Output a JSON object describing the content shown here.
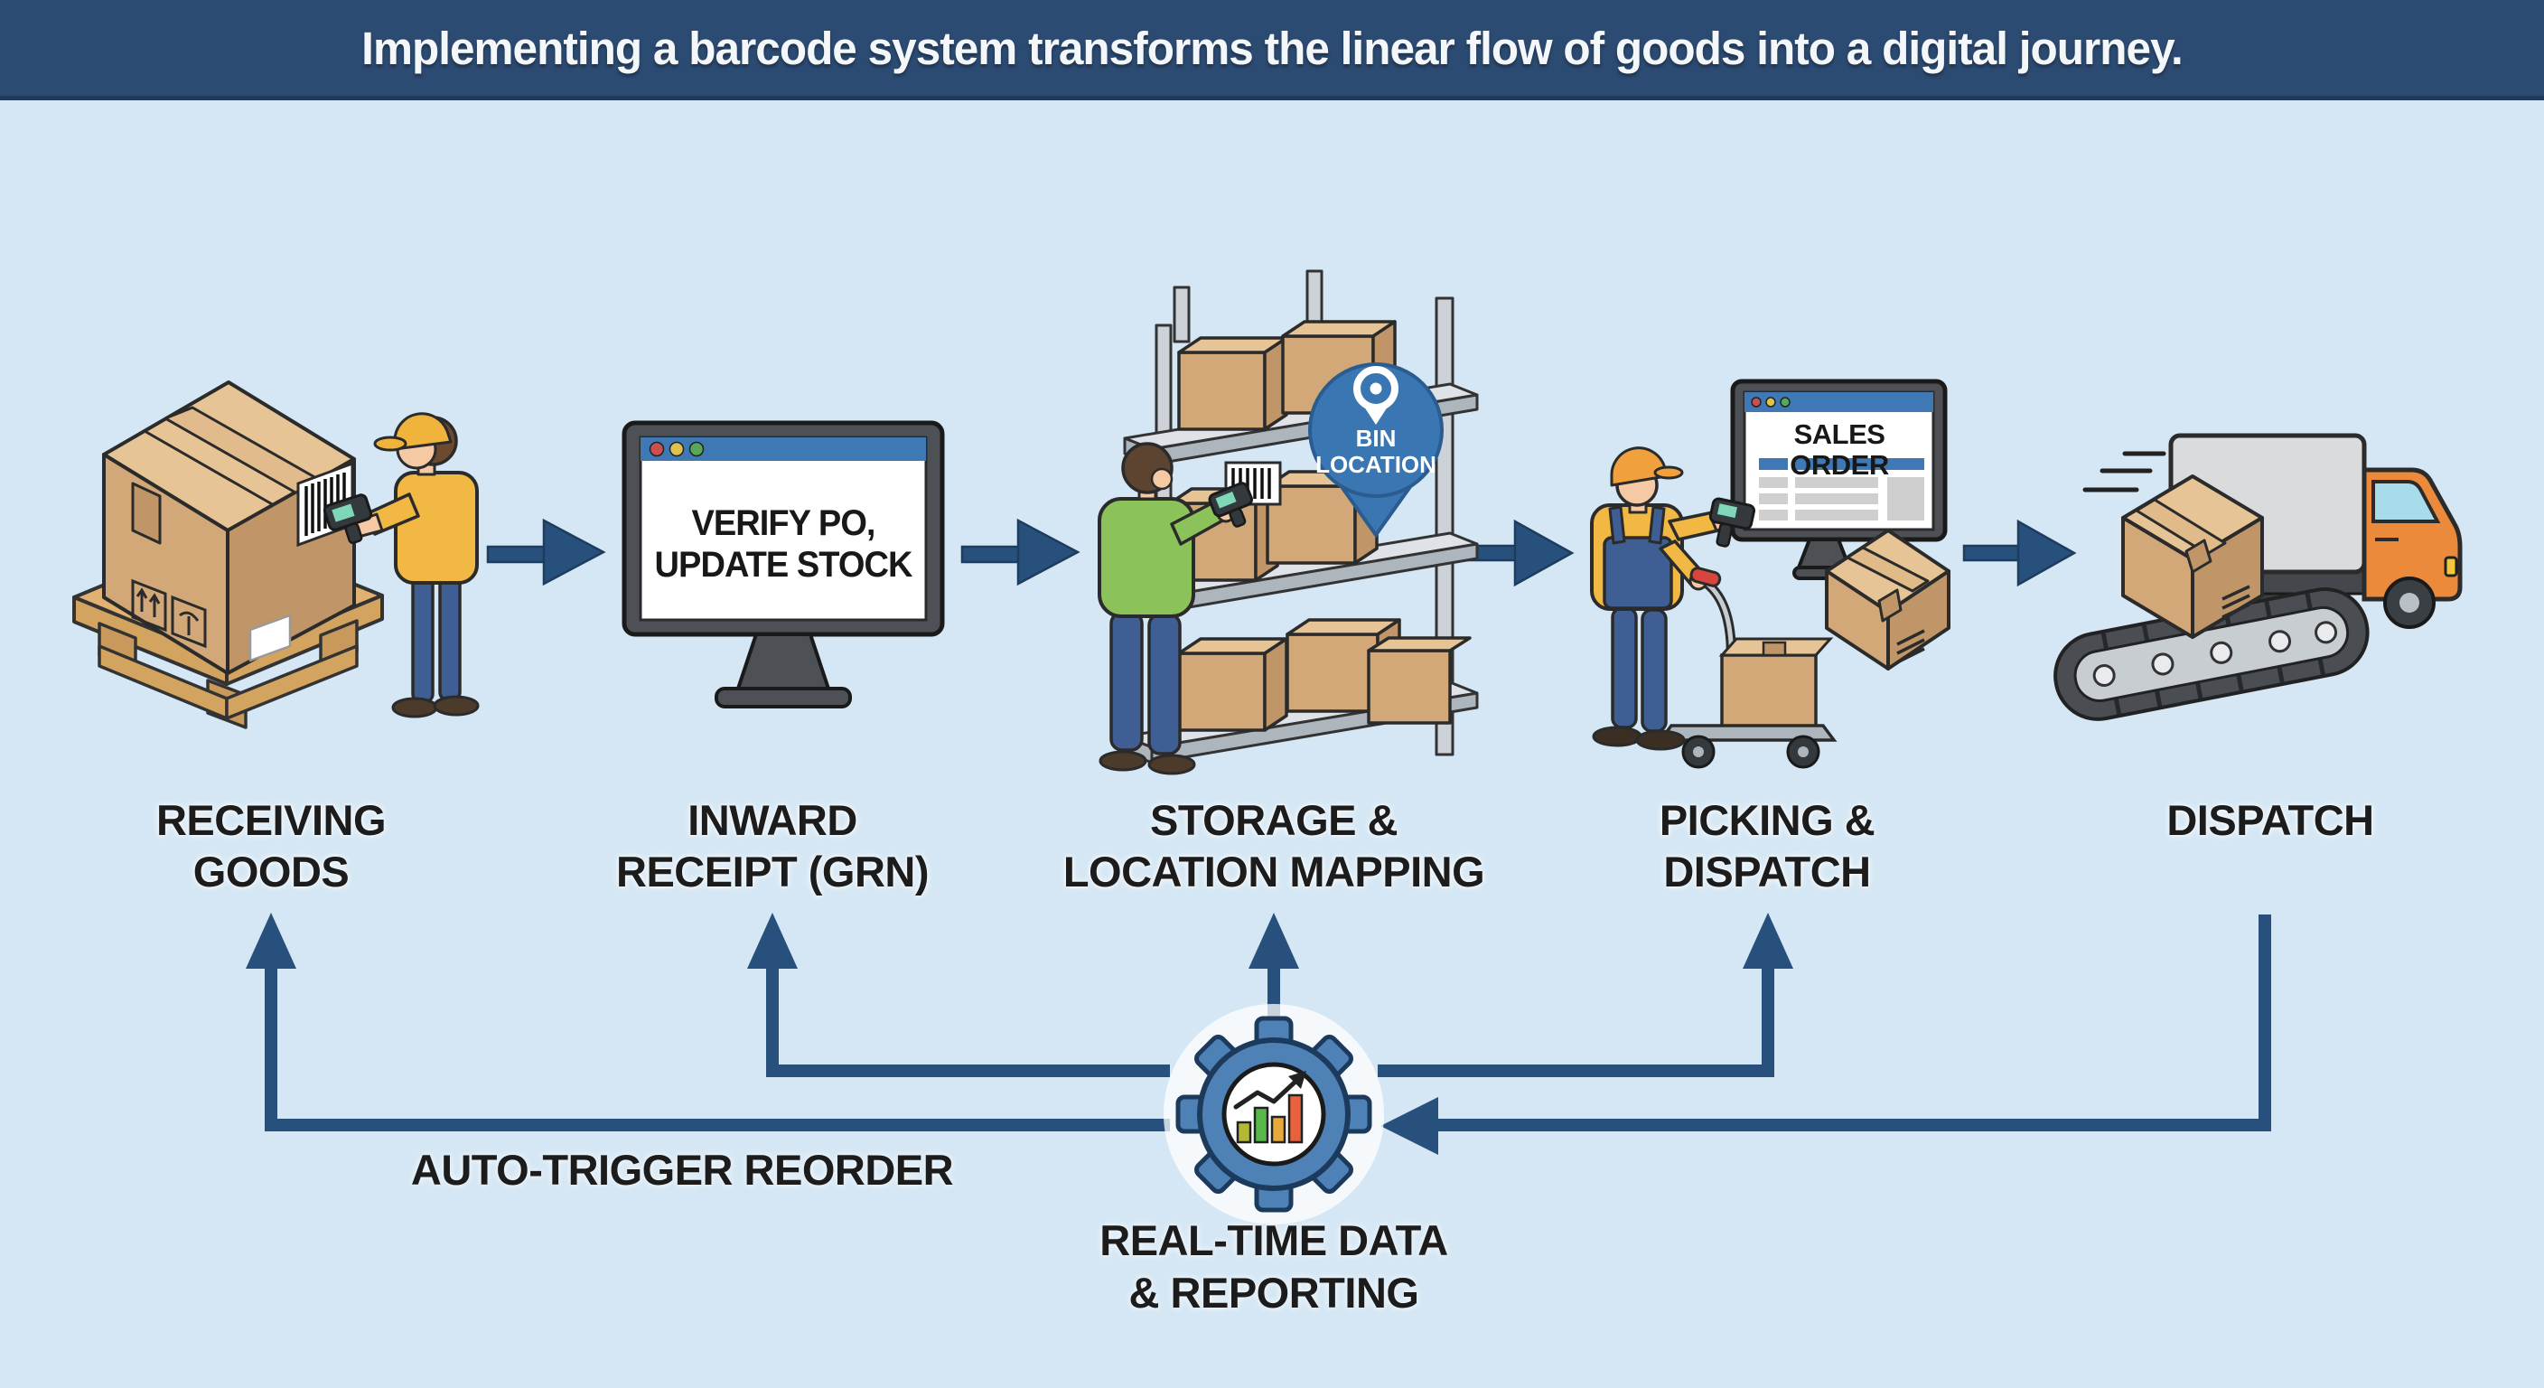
{
  "header": {
    "title": "Implementing a barcode system transforms the linear flow of goods into a digital journey."
  },
  "stages": [
    {
      "id": "receiving-goods",
      "label_lines": [
        "RECEIVING",
        "GOODS"
      ]
    },
    {
      "id": "inward-receipt",
      "label_lines": [
        "INWARD",
        "RECEIPT (GRN)"
      ],
      "screen_lines": [
        "VERIFY PO,",
        "UPDATE STOCK"
      ]
    },
    {
      "id": "storage-location-mapping",
      "label_lines": [
        "STORAGE &",
        "LOCATION MAPPING"
      ],
      "pin_lines": [
        "BIN",
        "LOCATION"
      ]
    },
    {
      "id": "picking-dispatch",
      "label_lines": [
        "PICKING &",
        "DISPATCH"
      ],
      "screen_title": "SALES ORDER"
    },
    {
      "id": "dispatch",
      "label_lines": [
        "DISPATCH",
        ""
      ]
    }
  ],
  "feedback": {
    "hub_lines": [
      "REAL-TIME DATA",
      "& REPORTING"
    ],
    "reorder_label": "AUTO-TRIGGER REORDER"
  },
  "colors": {
    "header_bg": "#2c4b72",
    "body_bg": "#d5e7f4",
    "label_text": "#1c1c1c",
    "arrow": "#27507c",
    "arrow_edge": "#1d3c5e",
    "gear_blue": "#4e82b7",
    "gear_edge": "#1c3a5c",
    "pin_blue": "#3a77b2",
    "browser_bar": "#3e79b6",
    "monitor_frame": "#4d5156",
    "screen_white": "#ffffff",
    "box_front": "#d2a878",
    "box_top": "#e7c496",
    "box_side": "#c09668",
    "pallet_wood": "#d3a360",
    "shirt_yellow": "#f2b844",
    "jeans_blue": "#3f5f94",
    "sweater_green": "#8bc25a",
    "skin": "#f5c9a4",
    "hair_brown": "#6b4a2f",
    "cap_yellow": "#f0b43c",
    "cap_orange": "#f0a03c",
    "scanner_dark": "#34393e",
    "scanner_screen": "#7fd6b8",
    "truck_orange": "#ec8a3c",
    "truck_cargo": "#d9dbdd",
    "truck_window": "#a8dcea",
    "conveyor_dark": "#4a4e52",
    "conveyor_light": "#c8cdd2",
    "chart_olive": "#b5b832",
    "chart_green": "#58b94a",
    "chart_yellow": "#e7a93a",
    "chart_orange": "#e7613c"
  }
}
